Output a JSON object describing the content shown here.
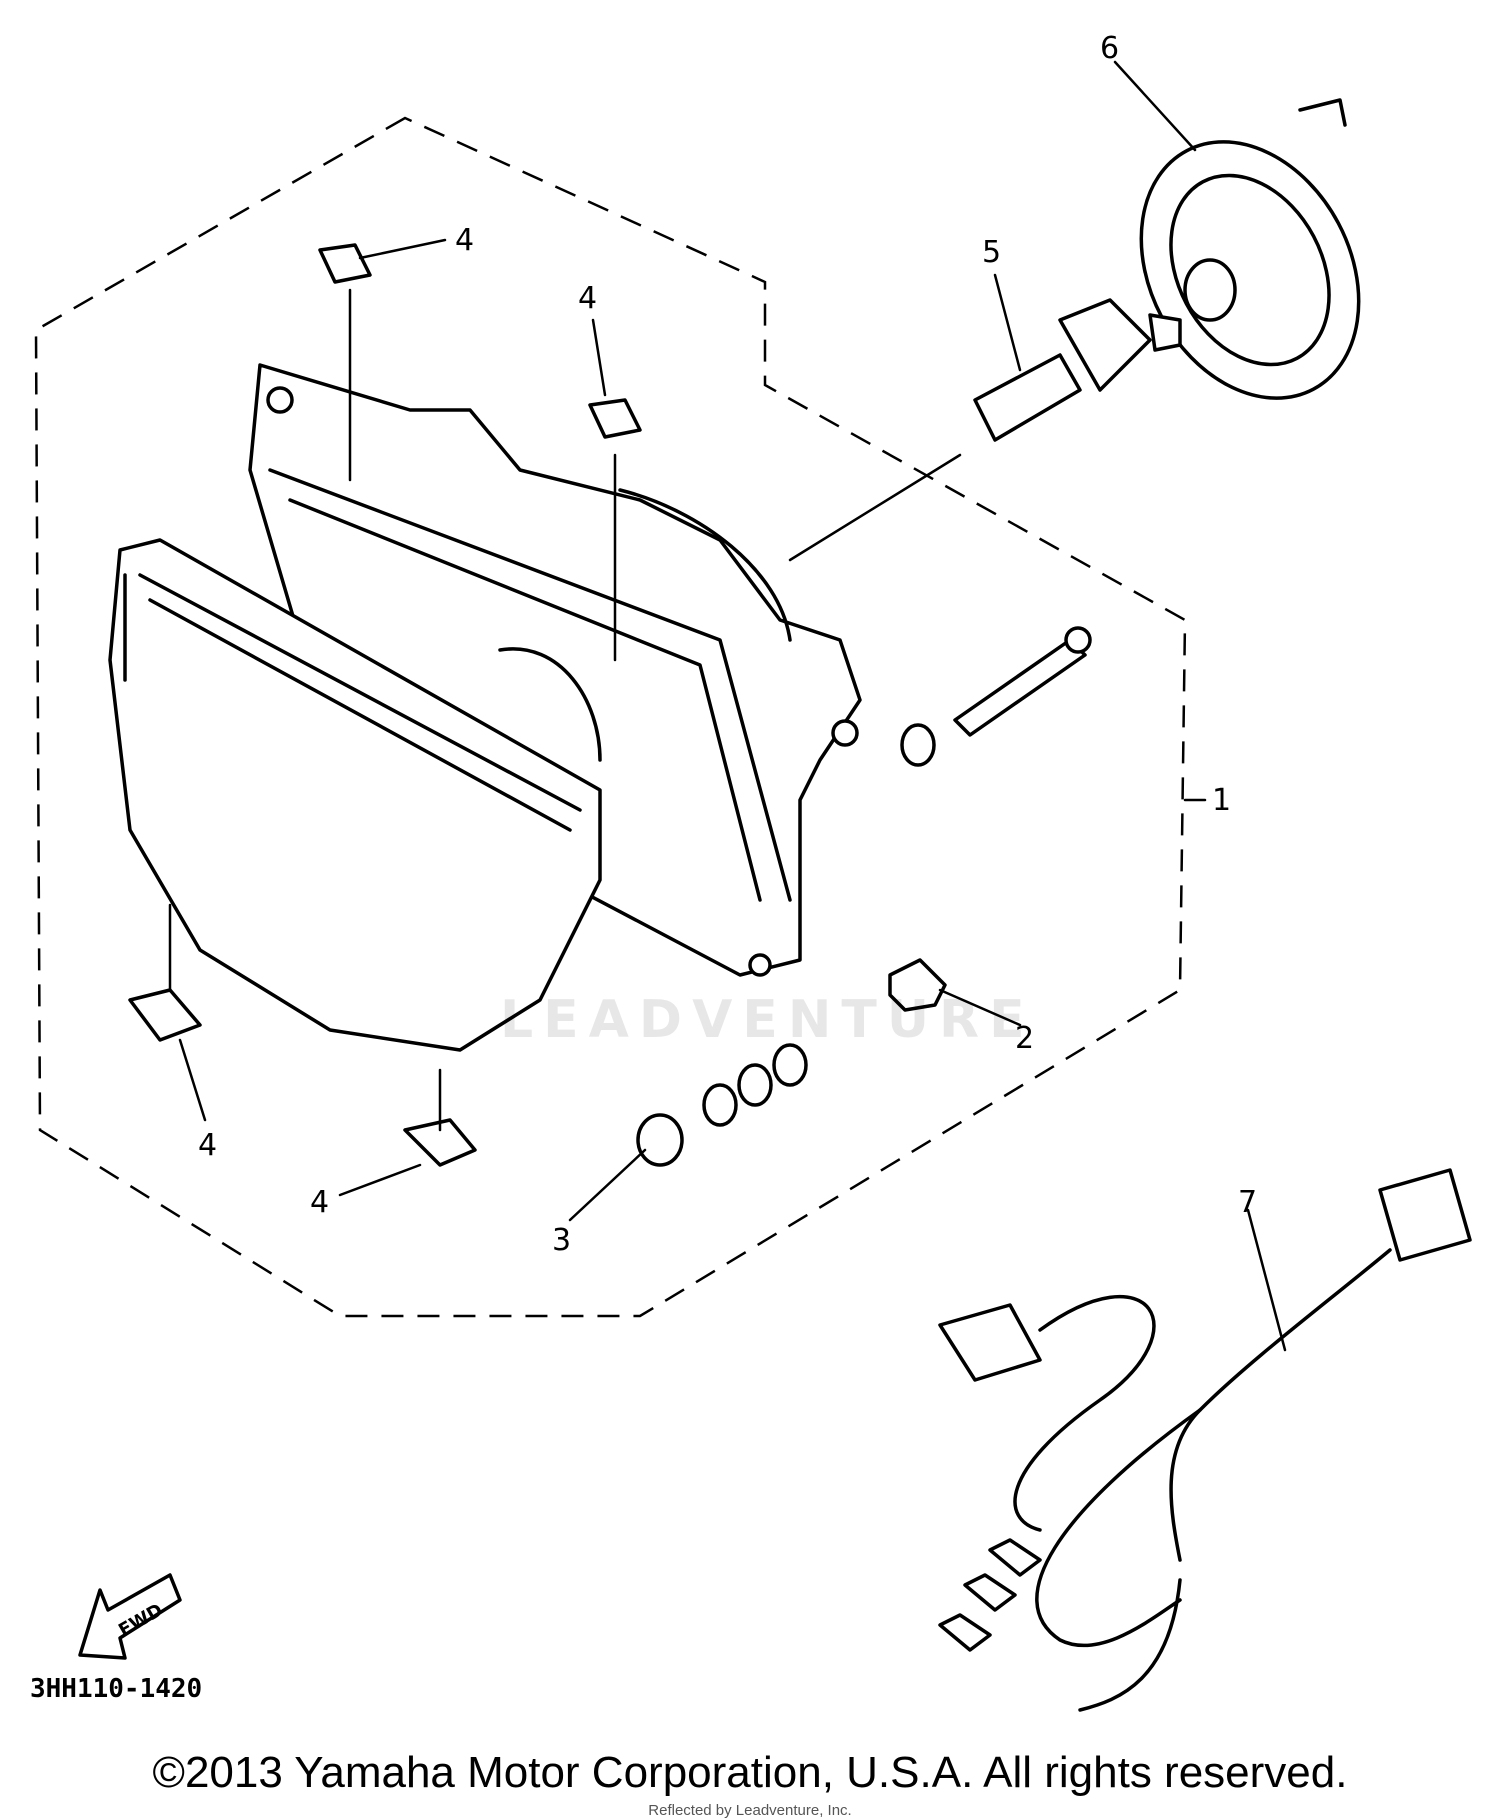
{
  "diagram": {
    "callouts": {
      "c1": "1",
      "c2": "2",
      "c3": "3",
      "c4a": "4",
      "c4b": "4",
      "c4c": "4",
      "c4d": "4",
      "c5": "5",
      "c6": "6",
      "c7": "7"
    },
    "fwd_label": "FWD",
    "reference_code": "3HH110-1420"
  },
  "watermark": "LEADVENTURE",
  "footer": {
    "copyright": "©2013 Yamaha Motor Corporation, U.S.A. All rights reserved.",
    "credit": "Reflected by Leadventure, Inc."
  }
}
